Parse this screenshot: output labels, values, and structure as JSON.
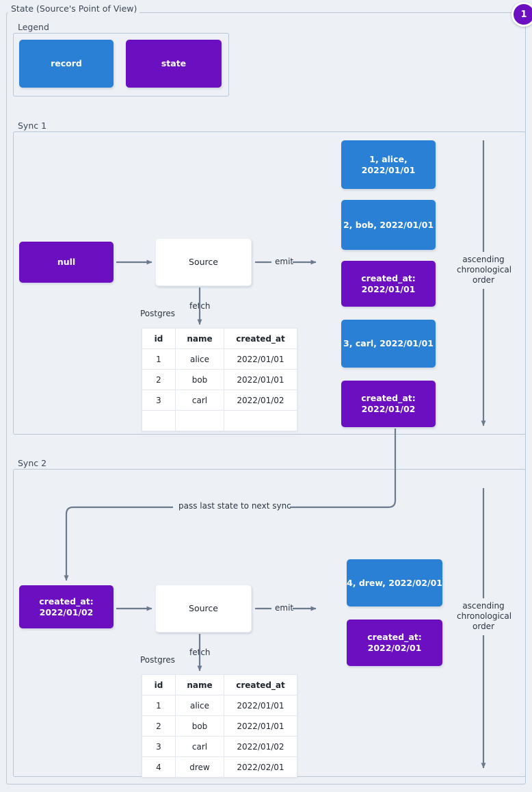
{
  "diagram": {
    "title": "State (Source's Point of View)",
    "badge": "1"
  },
  "legend": {
    "label": "Legend",
    "items": [
      {
        "label": "record",
        "kind": "record",
        "color": "#2980d4"
      },
      {
        "label": "state",
        "kind": "state",
        "color": "#6b0fc0"
      }
    ]
  },
  "sync1": {
    "label": "Sync 1",
    "input_state": "null",
    "source": "Source",
    "fetch_label": "fetch",
    "db_label": "Postgres",
    "emit_label": "emit",
    "order_note": "ascending chronological order",
    "table": {
      "headers": [
        "id",
        "name",
        "created_at"
      ],
      "rows": [
        [
          "1",
          "alice",
          "2022/01/01"
        ],
        [
          "2",
          "bob",
          "2022/01/01"
        ],
        [
          "3",
          "carl",
          "2022/01/02"
        ],
        [
          "",
          "",
          ""
        ]
      ]
    },
    "emitted": [
      {
        "kind": "record",
        "text": "1, alice, 2022/01/01"
      },
      {
        "kind": "record",
        "text": "2, bob, 2022/01/01"
      },
      {
        "kind": "state",
        "line1": "created_at:",
        "line2": "2022/01/01"
      },
      {
        "kind": "record",
        "text": "3, carl, 2022/01/01"
      },
      {
        "kind": "state",
        "line1": "created_at:",
        "line2": "2022/01/02"
      }
    ]
  },
  "sync2": {
    "label": "Sync 2",
    "input_state_line1": "created_at:",
    "input_state_line2": "2022/01/02",
    "source": "Source",
    "fetch_label": "fetch",
    "db_label": "Postgres",
    "emit_label": "emit",
    "order_note": "ascending chronological order",
    "pass_state_label": "pass last state to next sync",
    "table": {
      "headers": [
        "id",
        "name",
        "created_at"
      ],
      "rows": [
        [
          "1",
          "alice",
          "2022/01/01"
        ],
        [
          "2",
          "bob",
          "2022/01/01"
        ],
        [
          "3",
          "carl",
          "2022/01/02"
        ],
        [
          "4",
          "drew",
          "2022/02/01"
        ]
      ]
    },
    "emitted": [
      {
        "kind": "record",
        "text": "4, drew, 2022/02/01"
      },
      {
        "kind": "state",
        "line1": "created_at:",
        "line2": "2022/02/01"
      }
    ]
  }
}
